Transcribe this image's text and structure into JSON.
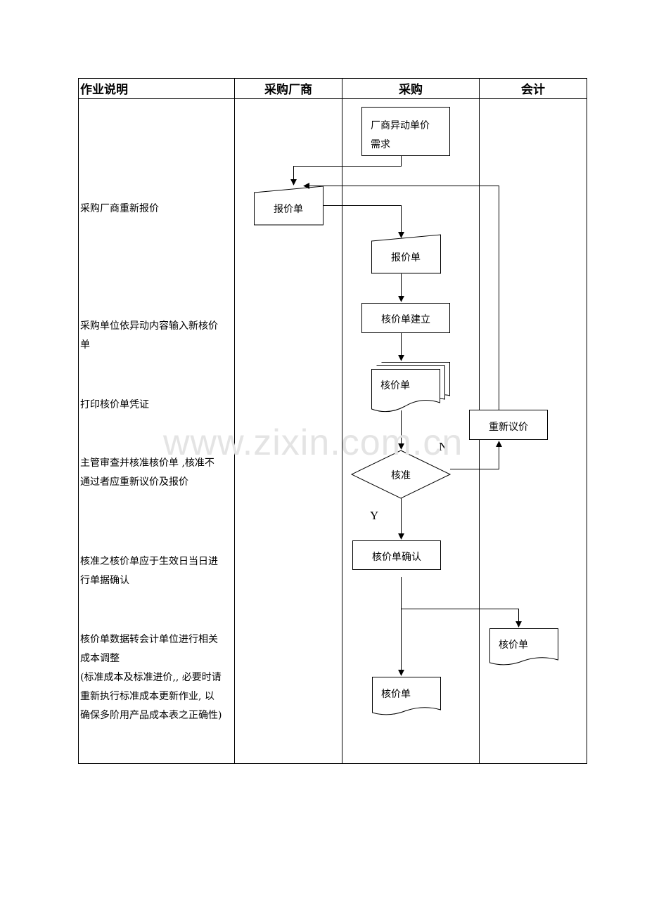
{
  "columns": {
    "desc": "作业说明",
    "vendor": "采购厂商",
    "purchase": "采购",
    "accounting": "会计"
  },
  "descriptions": [
    "采购厂商重新报价",
    "采购单位依异动内容输入新核价\n单",
    "打印核价单凭证",
    "主管审查并核准核价单 ,核准不\n通过者应重新议价及报价",
    "核准之核价单应于生效日当日进\n行单据确认",
    "核价单数据转会计单位进行相关\n成本调整\n(标准成本及标准进价,, 必要时请\n重新执行标准成本更新作业, 以\n确保多阶用产品成本表之正确性)"
  ],
  "nodes": {
    "start_line1": "厂商异动单价",
    "start_line2": "需求",
    "vendor_quote": "报价单",
    "purchase_quote": "报价单",
    "build": "核价单建立",
    "print_docs": "核价单",
    "renegotiate": "重新议价",
    "decision": "核准",
    "confirm": "核价单确认",
    "acct_doc": "核价单",
    "final_doc": "核价单"
  },
  "branches": {
    "yes": "Y",
    "no": "N"
  },
  "watermark": "www.zixin.com.cn"
}
